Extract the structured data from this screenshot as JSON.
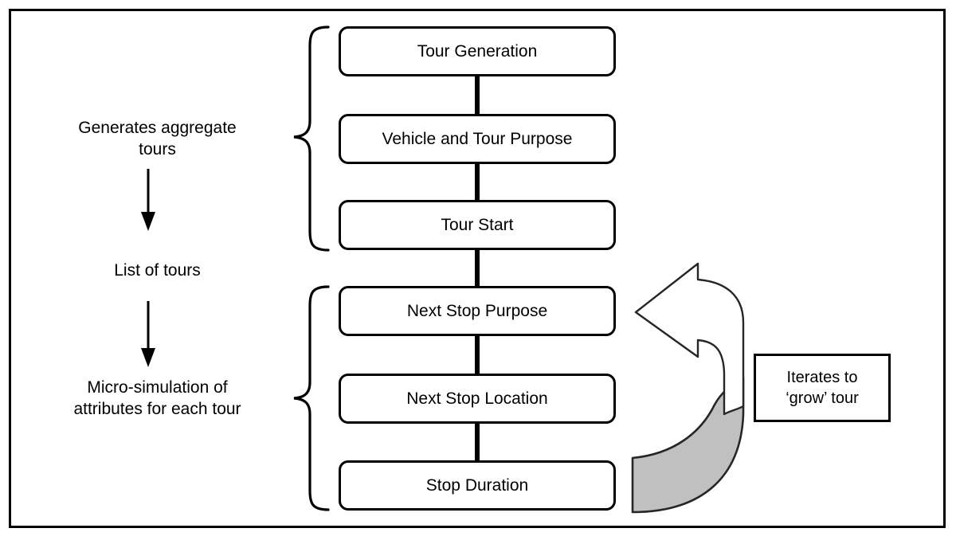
{
  "figure": {
    "type": "flowchart",
    "frame_border_color": "#000000",
    "background_color": "#ffffff",
    "accent_fill_gray": "#c0c0c0"
  },
  "process_boxes": [
    {
      "id": "tour-generation",
      "label": "Tour Generation"
    },
    {
      "id": "vehicle-tour-purpose",
      "label": "Vehicle and Tour Purpose"
    },
    {
      "id": "tour-start",
      "label": "Tour Start"
    },
    {
      "id": "next-stop-purpose",
      "label": "Next Stop Purpose"
    },
    {
      "id": "next-stop-location",
      "label": "Next Stop Location"
    },
    {
      "id": "stop-duration",
      "label": "Stop Duration"
    }
  ],
  "side_labels": {
    "generates": "Generates aggregate\ntours",
    "list_of_tours": "List of tours",
    "micro_simulation": "Micro-simulation of\nattributes for each tour"
  },
  "braces": [
    {
      "id": "upper-brace",
      "groups": [
        "Tour Generation",
        "Vehicle and Tour Purpose",
        "Tour Start"
      ]
    },
    {
      "id": "lower-brace",
      "groups": [
        "Next Stop Purpose",
        "Next Stop Location",
        "Stop Duration"
      ]
    }
  ],
  "annotations": {
    "iterate_note": "Iterates to\n‘grow’ tour"
  },
  "arrows": [
    {
      "id": "arrow-generates-to-list",
      "direction": "down"
    },
    {
      "id": "arrow-list-to-micro",
      "direction": "down"
    },
    {
      "id": "loop-arrow",
      "direction": "curved-left",
      "fill": "#c0c0c0"
    }
  ]
}
